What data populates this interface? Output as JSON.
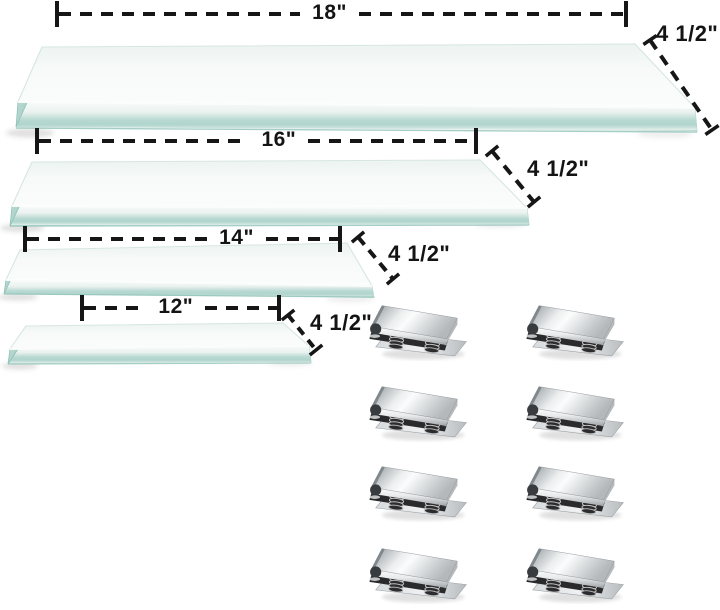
{
  "shelves": [
    {
      "length_label": "18\"",
      "depth_label": "4 1/2\""
    },
    {
      "length_label": "16\"",
      "depth_label": "4 1/2\""
    },
    {
      "length_label": "14\"",
      "depth_label": "4 1/2\""
    },
    {
      "length_label": "12\"",
      "depth_label": "4 1/2\""
    }
  ],
  "brackets": {
    "count": 8
  },
  "colors": {
    "annotation": "#161616",
    "glass_top": "#f6faf8",
    "glass_edge_teal": "#b7d9d2",
    "glass_edge_dark": "#9fccc2",
    "chrome_highlight": "#fbfcfc",
    "chrome_shadow": "#878e93",
    "background": "#ffffff"
  }
}
